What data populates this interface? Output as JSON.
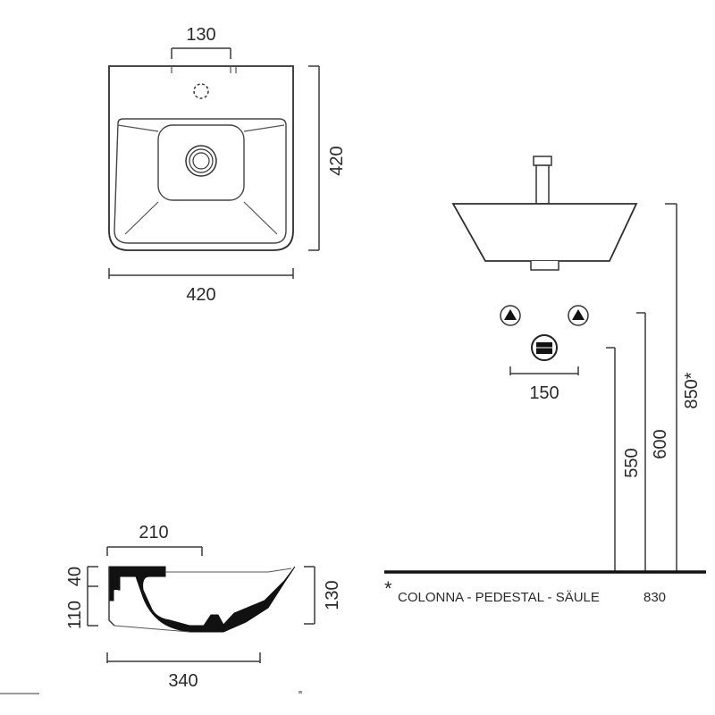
{
  "top_view": {
    "faucet_spacing": "130",
    "width": "420",
    "depth": "420"
  },
  "side_view": {
    "waste_spacing": "150",
    "waste_height": "550",
    "supply_height": "600",
    "rim_height": "850*"
  },
  "section_view": {
    "tap_offset": "210",
    "length": "340",
    "top_thickness": "40",
    "bowl_depth": "110",
    "total_height": "130"
  },
  "note": {
    "marker": "*",
    "text": "COLONNA - PEDESTAL - SÄULE",
    "value": "830"
  }
}
